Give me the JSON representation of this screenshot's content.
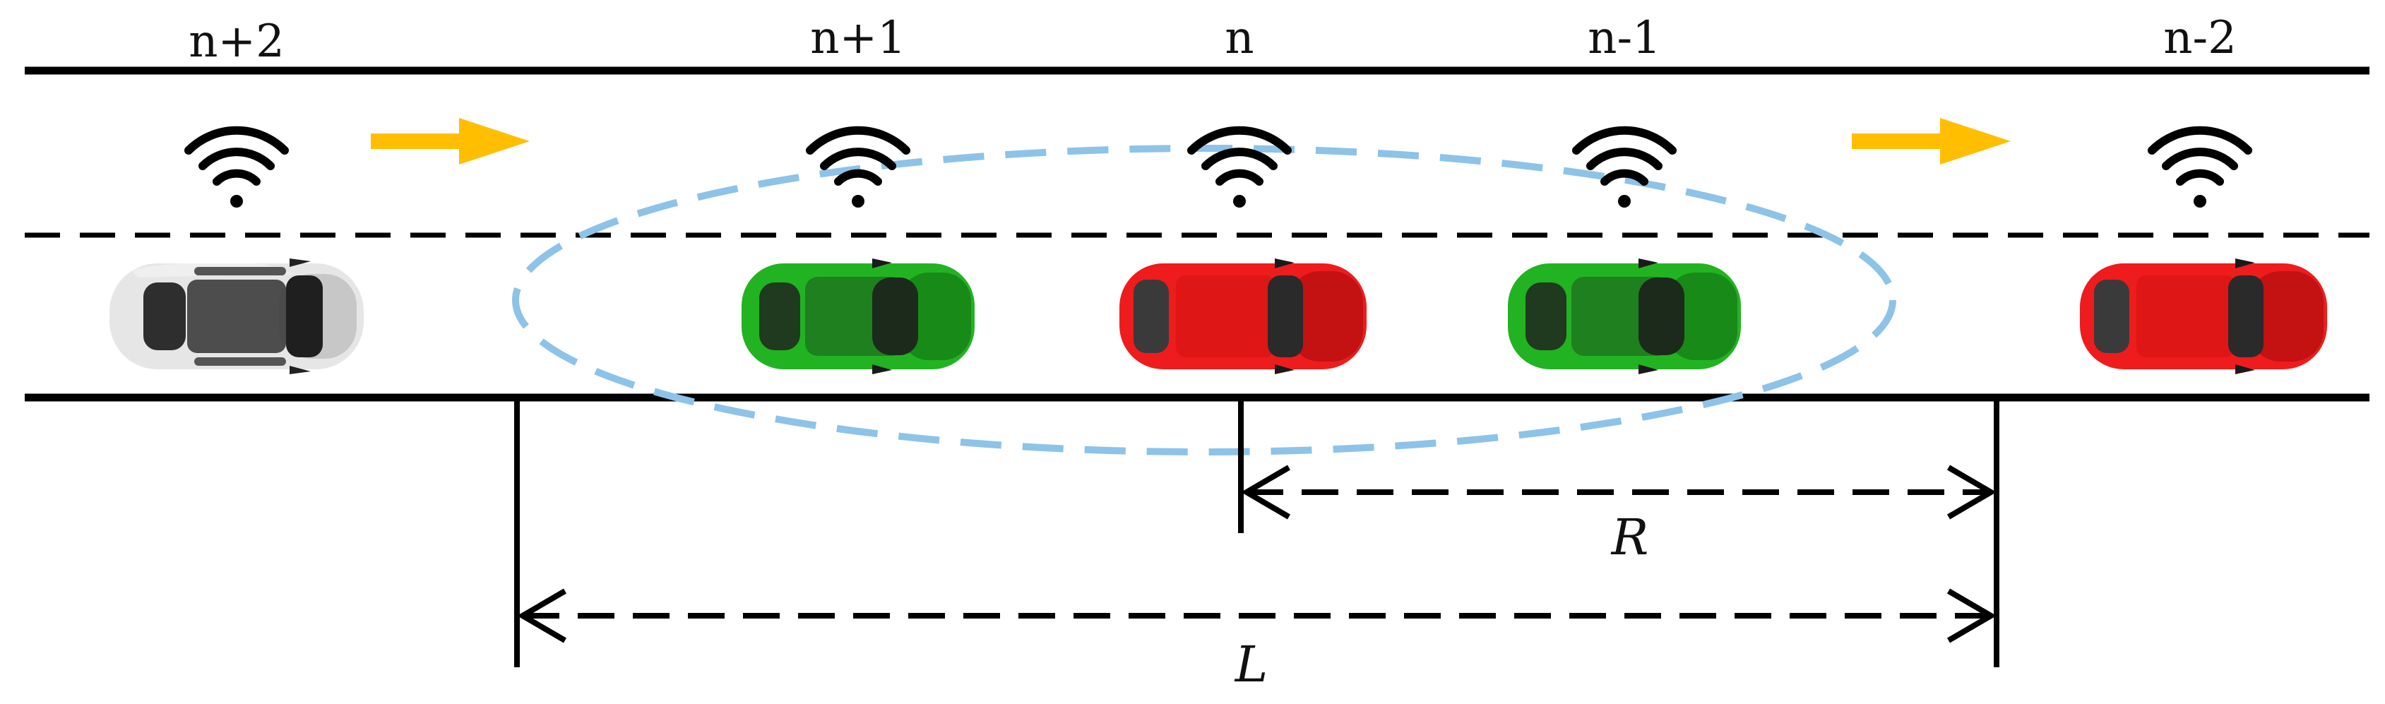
{
  "vehicles": [
    {
      "label": "n+2",
      "color": "#e6e6e6",
      "shade": "#c7c7c7",
      "icon": "wifi-icon"
    },
    {
      "label": "n+1",
      "color": "#22b322",
      "shade": "#178a17",
      "icon": "wifi-icon"
    },
    {
      "label": "n",
      "color": "#ee1c1c",
      "shade": "#c41111",
      "icon": "wifi-icon"
    },
    {
      "label": "n-1",
      "color": "#22b322",
      "shade": "#178a17",
      "icon": "wifi-icon"
    },
    {
      "label": "n-2",
      "color": "#ee1c1c",
      "shade": "#c41111",
      "icon": "wifi-icon"
    }
  ],
  "dimensions": {
    "R": "R",
    "L": "L"
  },
  "colors": {
    "road_line": "#000000",
    "range_ellipse": "#8dc3e8",
    "direction_arrow": "#ffbf00"
  },
  "icons": {
    "direction": "arrow-right-icon",
    "vehicle": "car-top-view-icon"
  }
}
